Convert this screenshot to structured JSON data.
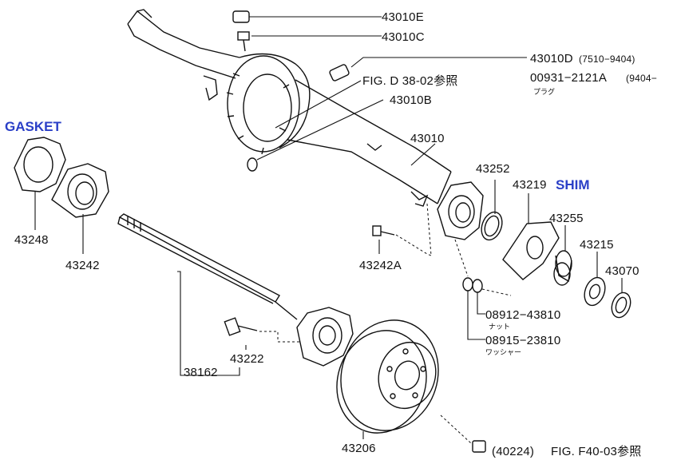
{
  "labels": {
    "p43010E": "43010E",
    "p43010C": "43010C",
    "p43010D": "43010D",
    "p43010D_range": "(7510−9404)",
    "p00931": "00931−2121A",
    "p00931_range": "(9404−",
    "plug_jp": "プラグ",
    "fig_d": "FIG. D 38-02参照",
    "p43010B": "43010B",
    "p43010": "43010",
    "gasket": "GASKET",
    "p43248": "43248",
    "p43242": "43242",
    "p43252": "43252",
    "p43219": "43219",
    "shim": "SHIM",
    "p43255": "43255",
    "p43215": "43215",
    "p43070": "43070",
    "p43242A": "43242A",
    "p08912": "08912−43810",
    "nut_jp": "ナット",
    "p08915": "08915−23810",
    "washer_jp": "ワッシャー",
    "p43222": "43222",
    "p38162": "38162",
    "p43206": "43206",
    "p40224": "(40224)",
    "fig_f": "FIG. F40-03参照"
  },
  "colors": {
    "ink": "#111111",
    "highlight": "#2a3fc7",
    "background": "#ffffff"
  }
}
